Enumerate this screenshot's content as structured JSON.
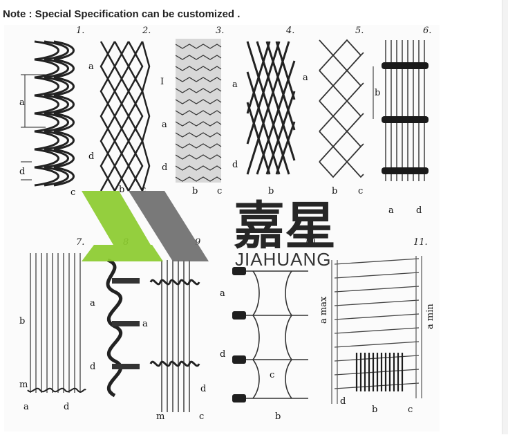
{
  "note": {
    "text": "Note : Special Specification can be customized ."
  },
  "figure": {
    "panel_numbers": [
      "1.",
      "2.",
      "3.",
      "4.",
      "5.",
      "6.",
      "7.",
      "8",
      "9",
      "10",
      "11."
    ],
    "dimension_labels": [
      "a",
      "b",
      "c",
      "d",
      "m",
      "I",
      "a max",
      "a min"
    ],
    "watermark": {
      "brand_cn": "嘉星",
      "brand_en": "JIAHUANG",
      "colors": {
        "green": "#8ccc2e",
        "gray": "#6e6e6e",
        "dark": "#2a2a2a"
      }
    }
  }
}
